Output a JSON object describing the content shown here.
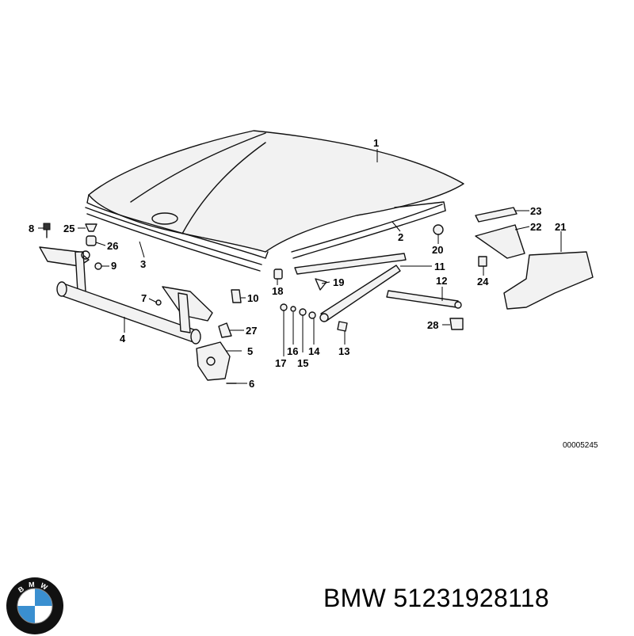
{
  "diagram": {
    "reference_code": "00005245",
    "callouts": [
      "1",
      "2",
      "3",
      "4",
      "5",
      "6",
      "7",
      "8",
      "9",
      "10",
      "11",
      "12",
      "13",
      "14",
      "15",
      "16",
      "17",
      "18",
      "19",
      "20",
      "21",
      "22",
      "23",
      "24",
      "25",
      "26",
      "27",
      "28"
    ]
  },
  "caption": {
    "brand": "BMW",
    "part_number": "51231928118",
    "text": "BMW 51231928118"
  },
  "logo": {
    "text": "BMW",
    "colors": {
      "ring": "#111111",
      "blue": "#3a8fd0",
      "white": "#ffffff"
    }
  }
}
